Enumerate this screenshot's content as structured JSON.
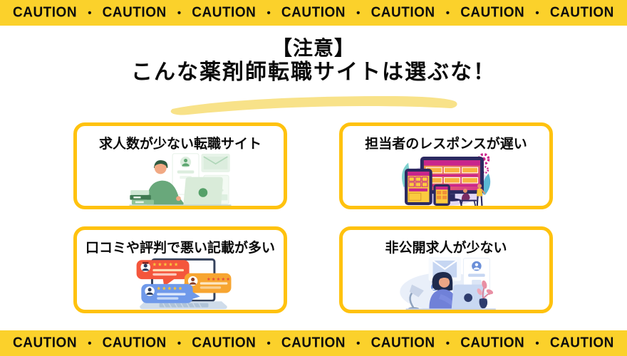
{
  "caution_tape": {
    "word": "CAUTION",
    "separator": "•",
    "tape_color": "#FBD12B",
    "text_color": "#0D0D0D"
  },
  "title": {
    "line1": "【注意】",
    "line2": "こんな薬剤師転職サイトは選ぶな！",
    "highlight_color": "#F8E289"
  },
  "box_style": {
    "border_color": "#FFC20E",
    "background": "#FFFFFF"
  },
  "boxes": [
    {
      "label": "求人数が少ない転職サイト",
      "illustration": "man-at-laptop-with-job-profile-cards",
      "accent": "#5EA671"
    },
    {
      "label": "担当者のレスポンスが遅い",
      "illustration": "devices-dashboard-with-tiny-people",
      "accent": "#C9258C"
    },
    {
      "label": "口コミや評判で悪い記載が多い",
      "illustration": "laptop-with-review-chat-bubbles",
      "accent": "#F4563C"
    },
    {
      "label": "非公開求人が少ない",
      "illustration": "woman-at-laptop-with-mail-card",
      "accent": "#6B8FD8"
    }
  ]
}
